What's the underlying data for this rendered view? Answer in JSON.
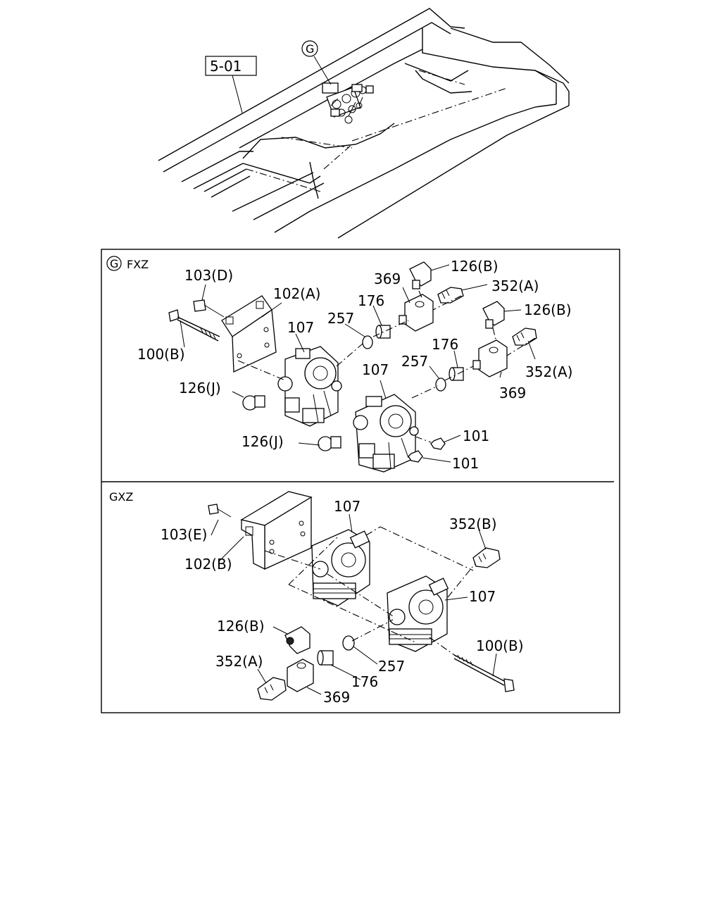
{
  "overview": {
    "ref_box": "5-01",
    "detail_marker": "G"
  },
  "sections": [
    {
      "title": "FXZ",
      "marker": "G",
      "callouts": [
        "103(D)",
        "102(A)",
        "100(B)",
        "107",
        "126(J)",
        "257",
        "176",
        "369",
        "126(B)",
        "352(A)",
        "126(B)",
        "257",
        "176",
        "352(A)",
        "107",
        "369",
        "101",
        "126(J)",
        "101"
      ]
    },
    {
      "title": "GXZ",
      "callouts": [
        "107",
        "352(B)",
        "103(E)",
        "102(B)",
        "107",
        "126(B)",
        "100(B)",
        "352(A)",
        "257",
        "176",
        "369"
      ]
    }
  ]
}
